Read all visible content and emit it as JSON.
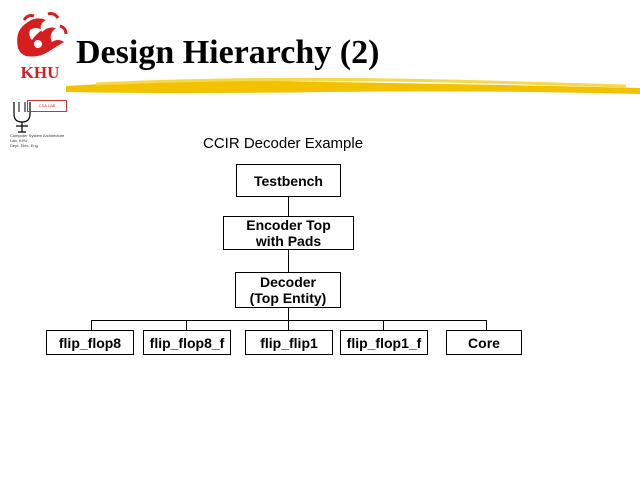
{
  "header": {
    "logo_text": "KHU",
    "title": "Design Hierarchy (2)"
  },
  "lab": {
    "name": "CSA LAB",
    "lines": [
      "Computer System Architecture",
      "Lab. KHU",
      "Dept. Elec. Eng."
    ]
  },
  "diagram": {
    "subtitle": "CCIR Decoder Example",
    "testbench": "Testbench",
    "encoder_top": "Encoder Top\nwith Pads",
    "decoder": "Decoder\n(Top Entity)",
    "leaves": [
      "flip_flop8",
      "flip_flop8_f",
      "flip_flip1",
      "flip_flop1_f",
      "Core"
    ]
  },
  "colors": {
    "logo_red": "#d61e1e",
    "underline_yellow": "#f2c200"
  }
}
